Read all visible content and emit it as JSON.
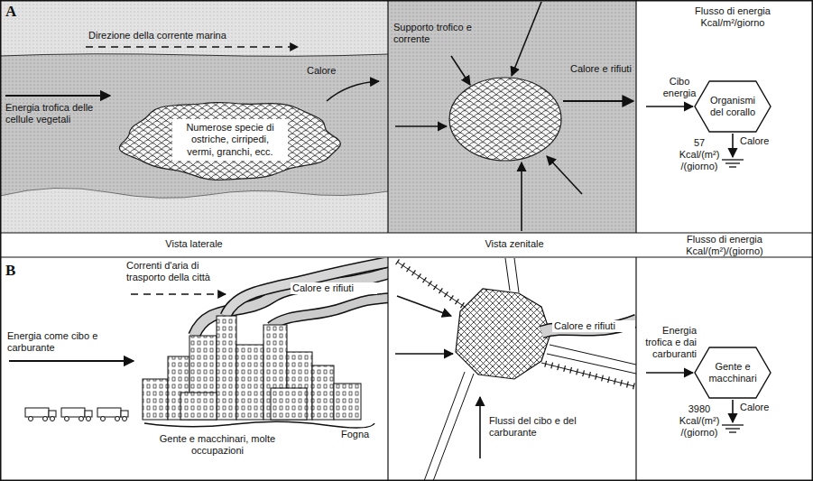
{
  "diagram": {
    "nodes": [
      {
        "text": [
          "Numerose specie di ostriche, cirripedi, vermi, granchi, ecc."
        ]
      },
      {
        "text": [
          "Organismi del corallo"
        ]
      },
      {
        "text": [
          "Gente e macchinari"
        ]
      }
    ],
    "labels": [
      "A",
      "Direzione della corrente marina",
      "Energia trofica delle cellule vegetali",
      "Calore",
      "Supporto trofico e corrente",
      "Calore e rifiuti",
      "Flusso di energia Kcal/m²/giorno",
      "Cibo energia",
      "57 Kcal/(m²) /(giorno)",
      "Calore",
      "Vista laterale",
      "Vista zenitale",
      "Flusso di energia Kcal/(m²)/(giorno)",
      "B",
      "Correnti d'aria di trasporto della città",
      "Energia come cibo e carburante",
      "Calore e rifiuti",
      "Gente e macchinari, molte occupazioni",
      "Fogna",
      "Calore e rifiuti",
      "Flussi del cibo e del carburante",
      "Energia trofica e dai carburanti",
      "3980 Kcal/(m²) /(giorno)",
      "Calore"
    ]
  }
}
